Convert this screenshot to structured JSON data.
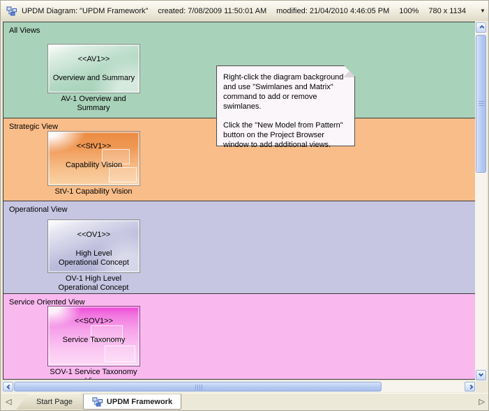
{
  "titlebar": {
    "title": "UPDM Diagram: \"UPDM Framework\"",
    "created": "created: 7/08/2009 11:50:01 AM",
    "modified": "modified: 21/04/2010 4:46:05 PM",
    "zoom": "100%",
    "size": "780 x 1134"
  },
  "icons": {
    "dropdown": "▼",
    "close": "x",
    "tab_scroll_left": "◁",
    "tab_scroll_right": "▷"
  },
  "swimlanes": [
    {
      "name": "All Views",
      "color": "#a9d2ba",
      "element": {
        "stereotype": "<<AV1>>",
        "name_lines": [
          "Overview and Summary"
        ],
        "caption_lines": [
          "AV-1 Overview and",
          "Summary"
        ]
      }
    },
    {
      "name": "Strategic View",
      "color": "#f9bd89",
      "element": {
        "stereotype": "<<StV1>>",
        "name_lines": [
          "Capability Vision"
        ],
        "caption_lines": [
          "StV-1 Capability Vision"
        ]
      }
    },
    {
      "name": "Operational View",
      "color": "#c6c6e2",
      "element": {
        "stereotype": "<<OV1>>",
        "name_lines": [
          "High Level",
          "Operational Concept"
        ],
        "caption_lines": [
          "OV-1 High Level",
          "Operational Concept"
        ]
      }
    },
    {
      "name": "Service Oriented View",
      "color": "#f9b9ef",
      "element": {
        "stereotype": "<<SOV1>>",
        "name_lines": [
          "Service Taxonomy"
        ],
        "caption_lines": [
          "SOV-1 Service Taxonomy",
          "View"
        ]
      }
    }
  ],
  "note": {
    "para1": "Right-click the diagram background and use \"Swimlanes and Matrix\" command to add or remove swimlanes.",
    "para2": "Click the \"New Model from Pattern\" button on the Project Browser window to add additional views."
  },
  "tabs": [
    {
      "label": "Start Page",
      "active": false
    },
    {
      "label": "UPDM Framework",
      "active": true
    }
  ]
}
